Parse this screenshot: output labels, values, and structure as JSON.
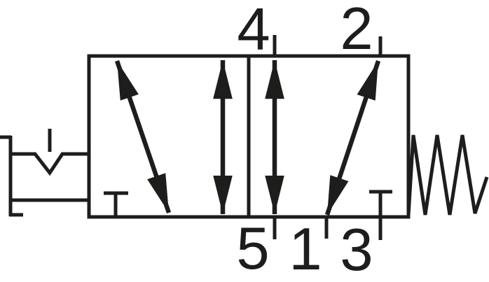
{
  "figure": {
    "kind": "pneumatic-valve-symbol-5-2-way",
    "port_labels": {
      "p4": "4",
      "p2": "2",
      "p5": "5",
      "p1": "1",
      "p3": "3"
    },
    "colors": {
      "line": "#1d1d1b",
      "background": "#ffffff"
    },
    "icons": {
      "left_actuator": "detent-icon",
      "right_actuator": "spring-icon",
      "blocked_port": "blocked-port-icon",
      "flow_path": "double-arrow-icon"
    }
  }
}
